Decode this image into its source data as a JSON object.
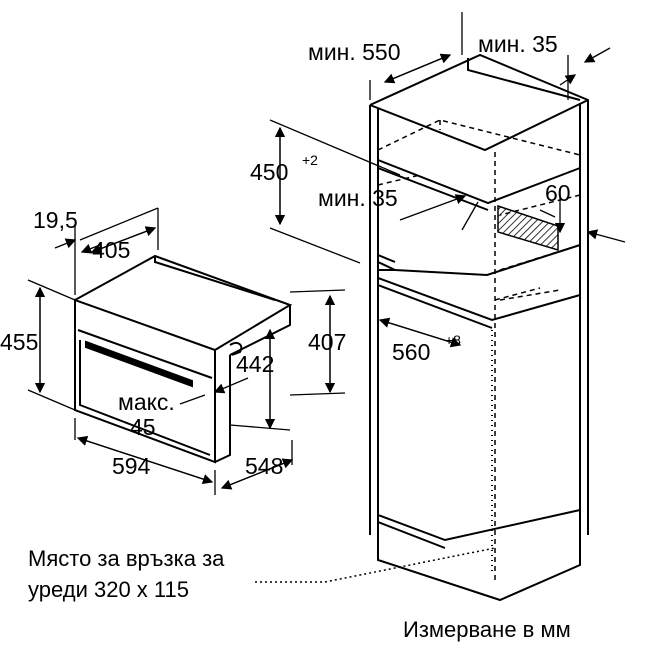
{
  "dimensions": {
    "cabinet_min_depth": "мин. 550",
    "cabinet_min_gap": "мин. 35",
    "niche_height_base": "450",
    "niche_height_tol": "+2",
    "vent_min": "мин. 35",
    "vent_60": "60",
    "niche_width_base": "560",
    "niche_width_tol": "+8",
    "appliance_depth_top": "19,5",
    "appliance_depth_405": "405",
    "appliance_height_455": "455",
    "appliance_height_442": "442",
    "appliance_height_407": "407",
    "appliance_max_label": "макс.",
    "appliance_max_value": "45",
    "appliance_width": "594",
    "appliance_depth_548": "548"
  },
  "notes": {
    "connection_line1": "Място за връзка за",
    "connection_line2": "уреди 320 x 115",
    "units": "Измерване в мм"
  }
}
